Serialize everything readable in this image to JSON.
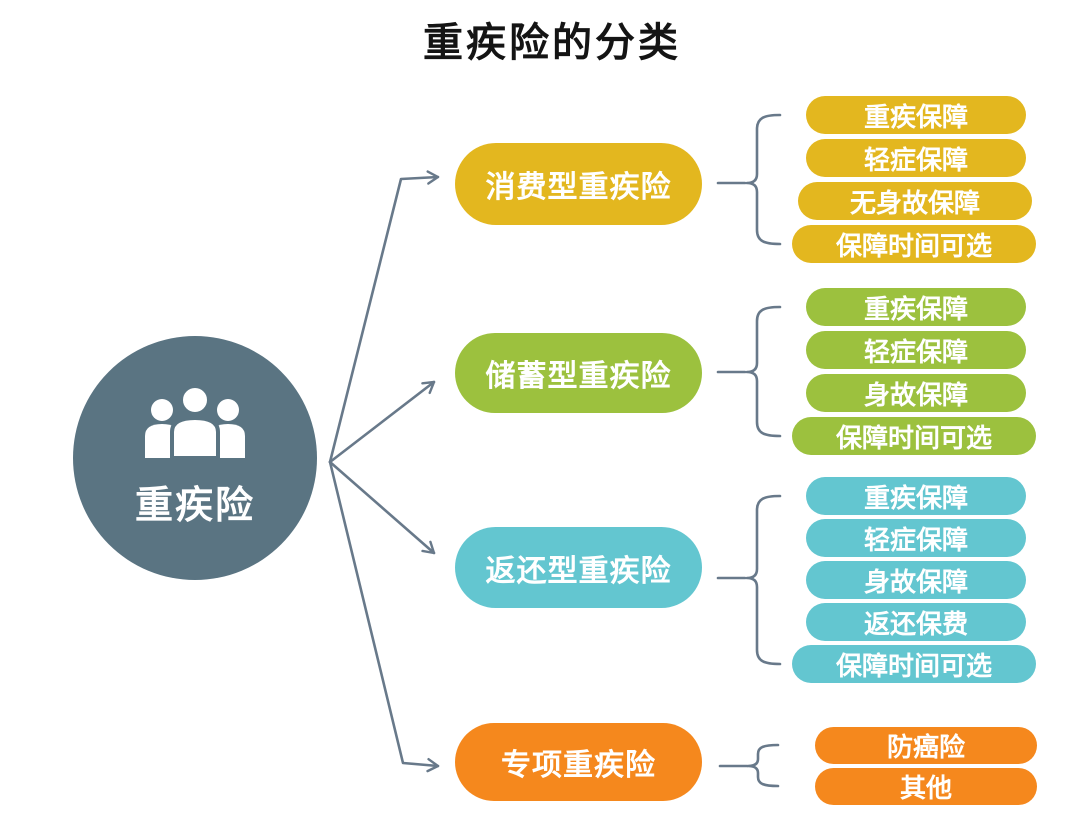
{
  "title": "重疾险的分类",
  "root": {
    "label": "重疾险",
    "icon": "people-group-icon",
    "color": "#5a7482"
  },
  "branches": [
    {
      "label": "消费型重疾险",
      "color": "#e3b71f",
      "items": [
        "重疾保障",
        "轻症保障",
        "无身故保障",
        "保障时间可选"
      ]
    },
    {
      "label": "储蓄型重疾险",
      "color": "#9cc13e",
      "items": [
        "重疾保障",
        "轻症保障",
        "身故保障",
        "保障时间可选"
      ]
    },
    {
      "label": "返还型重疾险",
      "color": "#63c6d0",
      "items": [
        "重疾保障",
        "轻症保障",
        "身故保障",
        "返还保费",
        "保障时间可选"
      ]
    },
    {
      "label": "专项重疾险",
      "color": "#f5881d",
      "items": [
        "防癌险",
        "其他"
      ]
    }
  ],
  "colors": {
    "root_circle": "#5a7482",
    "connector": "#68798a",
    "text_on_fill": "#ffffff",
    "title_text": "#141414",
    "background": "#ffffff"
  }
}
